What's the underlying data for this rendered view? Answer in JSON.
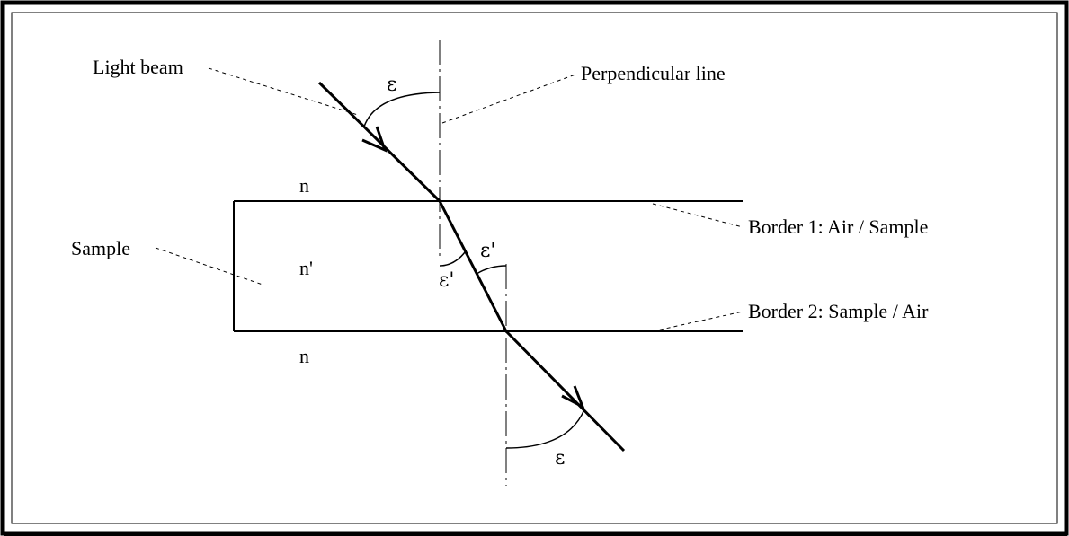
{
  "colors": {
    "ink": "#000000",
    "background": "#ffffff"
  },
  "labels": {
    "light_beam": "Light beam",
    "perpendicular_line": "Perpendicular line",
    "sample": "Sample",
    "border_1": "Border 1: Air / Sample",
    "border_2": "Border 2: Sample / Air",
    "n_top": "n",
    "n_prime": "n'",
    "n_bottom": "n"
  },
  "angles": {
    "epsilon_incident": "ε",
    "epsilon_prime_1": "ε'",
    "epsilon_prime_2": "ε'",
    "epsilon_exit": "ε"
  }
}
